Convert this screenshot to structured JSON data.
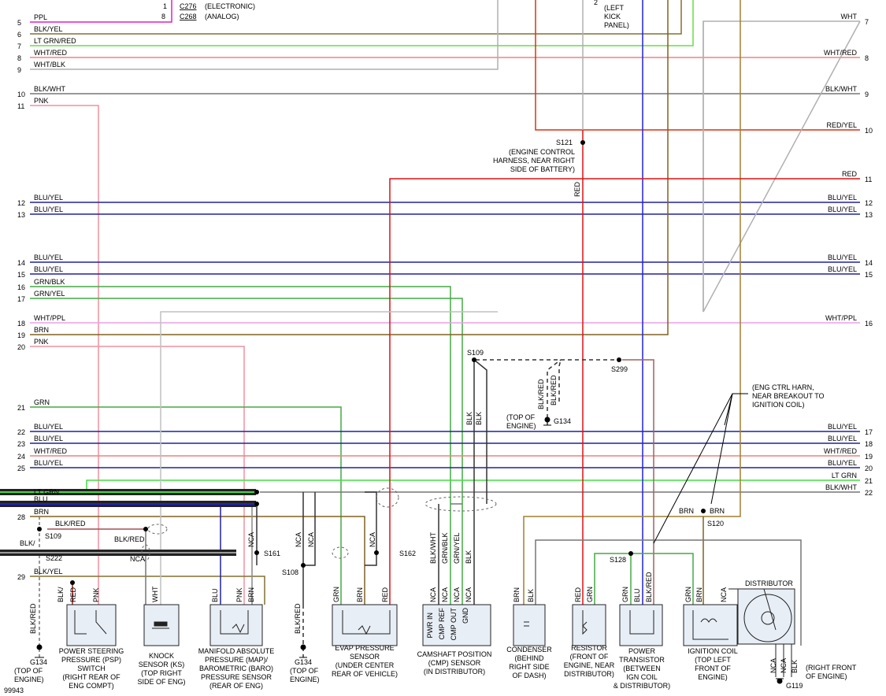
{
  "header": {
    "c276": "C276",
    "c276_desc": "(ELECTRONIC)",
    "c268": "C268",
    "c268_desc": "(ANALOG)",
    "c276_pin": "1",
    "c268_pin": "8",
    "left_kick": [
      "(LEFT",
      "KICK",
      "PANEL)"
    ],
    "left_kick_pin": "2"
  },
  "left_wires": [
    {
      "n": "5",
      "label": "PPL",
      "color": "#e020c0"
    },
    {
      "n": "6",
      "label": "BLK/YEL",
      "color": "#807030"
    },
    {
      "n": "7",
      "label": "LT GRN/RED",
      "color": "#66dd44"
    },
    {
      "n": "8",
      "label": "WHT/RED",
      "color": "#f08080"
    },
    {
      "n": "9",
      "label": "WHT/BLK",
      "color": "#b0b0b0"
    },
    {
      "n": "10",
      "label": "BLK/WHT",
      "color": "#777777"
    },
    {
      "n": "11",
      "label": "PNK",
      "color": "#f090a0"
    },
    {
      "n": "12",
      "label": "BLU/YEL",
      "color": "#2020a0"
    },
    {
      "n": "13",
      "label": "BLU/YEL",
      "color": "#2020a0"
    },
    {
      "n": "14",
      "label": "BLU/YEL",
      "color": "#2020a0"
    },
    {
      "n": "15",
      "label": "BLU/YEL",
      "color": "#2020a0"
    },
    {
      "n": "16",
      "label": "GRN/BLK",
      "color": "#44aa44"
    },
    {
      "n": "17",
      "label": "GRN/YEL",
      "color": "#44aa44"
    },
    {
      "n": "18",
      "label": "WHT/PPL",
      "color": "#e8a0e8"
    },
    {
      "n": "19",
      "label": "BRN",
      "color": "#806020"
    },
    {
      "n": "20",
      "label": "PNK",
      "color": "#f090a0"
    },
    {
      "n": "21",
      "label": "GRN",
      "color": "#44aa44"
    },
    {
      "n": "22",
      "label": "BLU/YEL",
      "color": "#2020a0"
    },
    {
      "n": "23",
      "label": "BLU/YEL",
      "color": "#2020a0"
    },
    {
      "n": "24",
      "label": "WHT/RED",
      "color": "#f08080"
    },
    {
      "n": "25",
      "label": "BLU/YEL",
      "color": "#2020a0"
    },
    {
      "n": "28",
      "label": "BRN",
      "color": "#806020"
    },
    {
      "n": "29",
      "label": "BLK/YEL",
      "color": "#807030"
    }
  ],
  "right_wires": [
    {
      "n": "7",
      "label": "WHT"
    },
    {
      "n": "8",
      "label": "WHT/RED"
    },
    {
      "n": "9",
      "label": "BLK/WHT"
    },
    {
      "n": "10",
      "label": "RED/YEL"
    },
    {
      "n": "11",
      "label": "RED"
    },
    {
      "n": "12",
      "label": "BLU/YEL"
    },
    {
      "n": "13",
      "label": "BLU/YEL"
    },
    {
      "n": "14",
      "label": "BLU/YEL"
    },
    {
      "n": "15",
      "label": "BLU/YEL"
    },
    {
      "n": "16",
      "label": "WHT/PPL"
    },
    {
      "n": "17",
      "label": "BLU/YEL"
    },
    {
      "n": "18",
      "label": "BLU/YEL"
    },
    {
      "n": "19",
      "label": "WHT/RED"
    },
    {
      "n": "20",
      "label": "BLU/YEL"
    },
    {
      "n": "21",
      "label": "LT GRN"
    },
    {
      "n": "22",
      "label": "BLK/WHT"
    }
  ],
  "bus_labels": {
    "ltgrn": "LT GRN",
    "blu": "BLU",
    "blk": "BLK/",
    "red": "RED"
  },
  "splices": {
    "s121": "S121",
    "s121_desc": [
      "(ENGINE CONTROL",
      "HARNESS, NEAR RIGHT",
      "SIDE OF BATTERY)"
    ],
    "s109a": "S109",
    "s109b": "S109",
    "s299": "S299",
    "s161": "S161",
    "s108": "S108",
    "s162": "S162",
    "s222": "S222",
    "s128": "S128",
    "s120": "S120",
    "eng_ctrl": [
      "(ENG CTRL HARN,",
      "NEAR BREAKOUT TO",
      "IGNITION COIL)"
    ],
    "top_engine": [
      "(TOP OF",
      "ENGINE)"
    ],
    "g134": "G134",
    "g119": "G119"
  },
  "wire_texts": {
    "red": "RED",
    "blk": "BLK",
    "blkred": "BLK/RED",
    "nca": "NCA",
    "brn": "BRN",
    "grn": "GRN",
    "blu": "BLU",
    "pnk": "PNK",
    "wht": "WHT",
    "blkyel": "BLK/",
    "blkwht": "BLK/WHT",
    "grnblk": "GRN/BLK",
    "grnyel": "GRN/YEL"
  },
  "pins": {
    "pwr_in": "PWR IN",
    "cmp_ref": "CMP REF",
    "cmp_out": "CMP OUT",
    "gnd": "GND"
  },
  "components": {
    "psp": [
      "POWER STEERING",
      "PRESSURE (PSP)",
      "SWITCH",
      "(RIGHT REAR OF",
      "ENG COMPT)"
    ],
    "ks": [
      "KNOCK",
      "SENSOR (KS)",
      "(TOP RIGHT",
      "SIDE OF ENG)"
    ],
    "map": [
      "MANIFOLD ABSOLUTE",
      "PRESSURE (MAP)/",
      "BAROMETRIC (BARO)",
      "PRESSURE SENSOR",
      "(REAR OF ENG)"
    ],
    "evap": [
      "EVAP PRESSURE",
      "SENSOR",
      "(UNDER CENTER",
      "REAR OF VEHICLE)"
    ],
    "cmp": [
      "CAMSHAFT POSITION",
      "(CMP) SENSOR",
      "(IN DISTRIBUTOR)"
    ],
    "condenser": [
      "CONDENSER",
      "(BEHIND",
      "RIGHT SIDE",
      "OF DASH)"
    ],
    "resistor": [
      "RESISTOR",
      "(FRONT OF",
      "ENGINE, NEAR",
      "DISTRIBUTOR)"
    ],
    "transistor": [
      "POWER",
      "TRANSISTOR",
      "(BETWEEN",
      "IGN COIL",
      "& DISTRIBUTOR)"
    ],
    "coil": [
      "IGNITION COIL",
      "(TOP LEFT",
      "FRONT OF",
      "ENGINE)"
    ],
    "distributor": "DISTRIBUTOR",
    "right_front": [
      "(RIGHT FRONT",
      "OF ENGINE)"
    ]
  },
  "figure_id": "99943"
}
